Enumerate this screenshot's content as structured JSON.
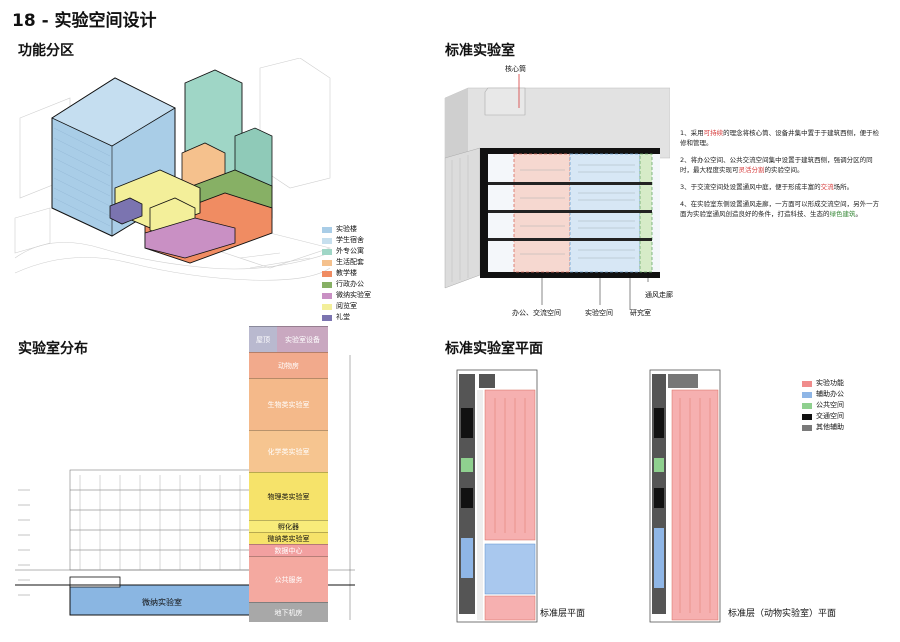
{
  "header": {
    "title": "18 - 实验空间设计"
  },
  "sections": {
    "zoning": "功能分区",
    "standard_lab": "标准实验室",
    "distribution": "实验室分布",
    "plan": "标准实验室平面"
  },
  "zoning_legend": [
    {
      "label": "实验楼",
      "color": "#a9cde7"
    },
    {
      "label": "学生宿舍",
      "color": "#c6dfee"
    },
    {
      "label": "外专公寓",
      "color": "#9fd6c6"
    },
    {
      "label": "生活配套",
      "color": "#f5c18d"
    },
    {
      "label": "教学楼",
      "color": "#f08c62"
    },
    {
      "label": "行政办公",
      "color": "#87b065"
    },
    {
      "label": "微纳实验室",
      "color": "#c990c4"
    },
    {
      "label": "阅览室",
      "color": "#f3ef9a"
    },
    {
      "label": "礼堂",
      "color": "#7b74b0"
    }
  ],
  "lab_callouts": {
    "core": "核心筒",
    "office": "办公、交流空间",
    "lab_space": "实验空间",
    "research": "研究室",
    "corridor": "通风走廊"
  },
  "notes": {
    "n1_a": "1、采用",
    "n1_hl": "可持续",
    "n1_b": "的理念将核心筒、设备井集中置于于建筑西侧，便于检修和管理。",
    "n2_a": "2、将办公空间、公共交流空间集中设置于建筑西侧，强调分区的同时，最大程度实现可",
    "n2_hl": "灵活分割",
    "n2_b": "的实验空间。",
    "n3_a": "3、于交流空间处设置通风中庭，便于形成丰富的",
    "n3_hl": "交流",
    "n3_b": "场所。",
    "n4_a": "4、在实验室东侧设置通风走廊，一方面可以形成交流空间，另外一方面为实验室通风创造良好的条件，打造科技、生态的",
    "n4_hl": "绿色建筑",
    "n4_b": "。"
  },
  "tower_floors": [
    {
      "label": "屋顶",
      "color": "#b9b9cf"
    },
    {
      "label": "实验室设备",
      "color": "#c9a8c0"
    },
    {
      "label": "动物房",
      "color": "#f2aa8c"
    },
    {
      "label": "生物类实验室",
      "color": "#f4b98a"
    },
    {
      "label": "化学类实验室",
      "color": "#f6c590"
    },
    {
      "label": "物理类实验室",
      "color": "#f6e36a"
    },
    {
      "label": "孵化器",
      "color": "#f8ec7a"
    },
    {
      "label": "微纳类实验室",
      "color": "#f6e36a"
    },
    {
      "label": "数据中心",
      "color": "#f2a0a0"
    },
    {
      "label": "公共服务",
      "color": "#f4a9a0"
    },
    {
      "label": "地下机房",
      "color": "#a8a8a8"
    }
  ],
  "micro_lab_label": "微纳实验室",
  "plan_legend": [
    {
      "label": "实验功能",
      "color": "#f08c8c"
    },
    {
      "label": "辅助办公",
      "color": "#8fb6e6"
    },
    {
      "label": "公共空间",
      "color": "#8fd08f"
    },
    {
      "label": "交通空间",
      "color": "#111111"
    },
    {
      "label": "其他辅助",
      "color": "#7a7a7a"
    }
  ],
  "plan_captions": {
    "left": "标准层平面",
    "right": "标准层（动物实验室）平面"
  }
}
